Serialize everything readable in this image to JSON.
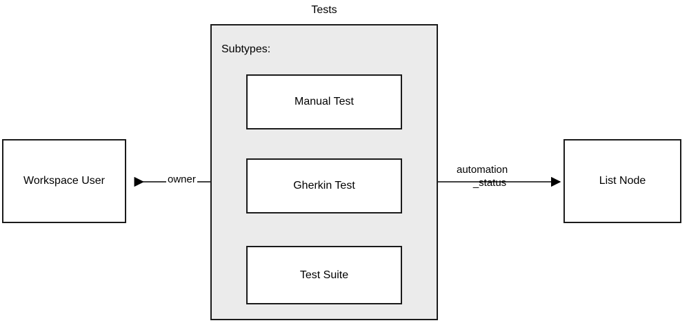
{
  "diagram": {
    "title": "Tests",
    "container": {
      "label": "Tests",
      "subtypes_label": "Subtypes:",
      "fill_color": "#ebebeb",
      "border_color": "#1a1a1a"
    },
    "subtype_nodes": [
      {
        "label": "Manual Test"
      },
      {
        "label": "Gherkin Test"
      },
      {
        "label": "Test Suite"
      }
    ],
    "side_nodes": [
      {
        "label": "Workspace User",
        "side": "left"
      },
      {
        "label": "List Node",
        "side": "right"
      }
    ],
    "edges": [
      {
        "label": "owner",
        "from": "Gherkin Test",
        "to": "Workspace User",
        "direction": "left"
      },
      {
        "label_line_1": "automation",
        "label_line_2": "_status",
        "from": "Gherkin Test",
        "to": "List Node",
        "direction": "right"
      }
    ]
  }
}
